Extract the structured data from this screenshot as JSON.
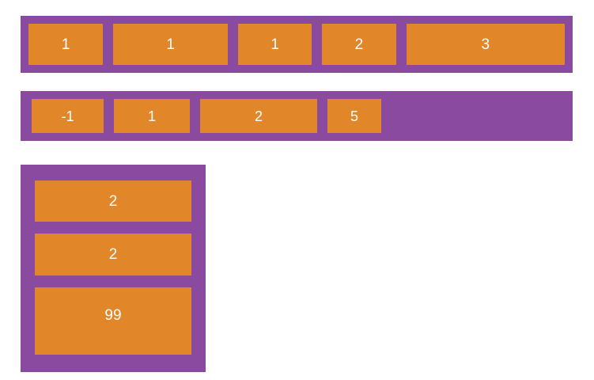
{
  "page": {
    "title": "Array Visualization",
    "background": "#ffffff"
  },
  "colors": {
    "container": "#8a4aa0",
    "cell": "#e2862a",
    "cell_text": "#ffffff"
  },
  "arrays": [
    {
      "id": "array-row-1",
      "orientation": "horizontal",
      "cells": [
        {
          "value": "1",
          "size_class": "w-95 h-52"
        },
        {
          "value": "1",
          "size_class": "w-146 h-52"
        },
        {
          "value": "1",
          "size_class": "w-94 h-52"
        },
        {
          "value": "2",
          "size_class": "w-94 h-52"
        },
        {
          "value": "3",
          "size_class": "w-202 h-52"
        }
      ]
    },
    {
      "id": "array-row-2",
      "orientation": "horizontal",
      "cells": [
        {
          "value": "-1",
          "size_class": "w-91 h-43"
        },
        {
          "value": "1",
          "size_class": "w-96 h-43"
        },
        {
          "value": "2",
          "size_class": "w-148 h-43"
        },
        {
          "value": "5",
          "size_class": "w-68 h-43"
        }
      ],
      "has_trailing_space": true
    },
    {
      "id": "array-column-3",
      "orientation": "vertical",
      "cells": [
        {
          "value": "2",
          "size_class": "h-52"
        },
        {
          "value": "2",
          "size_class": "h-53"
        },
        {
          "value": "99",
          "size_class": "h-85"
        }
      ]
    }
  ]
}
